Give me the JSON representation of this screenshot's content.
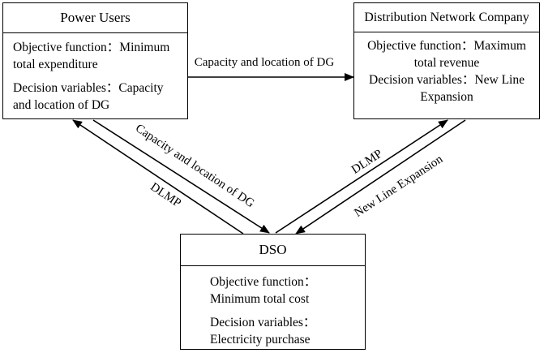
{
  "boxes": {
    "power_users": {
      "title": "Power Users",
      "objective": "Objective function：Minimum total expenditure",
      "decision": "Decision variables：Capacity and location of DG"
    },
    "distribution_company": {
      "title": "Distribution Network Company",
      "objective": "Objective function：Maximum total revenue",
      "decision": "Decision variables：New Line Expansion"
    },
    "dso": {
      "title": "DSO",
      "objective": "Objective function：Minimum total cost",
      "decision": "Decision variables：Electricity purchase"
    }
  },
  "arrows": {
    "users_to_company": "Capacity and location of DG",
    "users_to_dso": "Capacity and location of DG",
    "dso_to_users": "DLMP",
    "dso_to_company": "DLMP",
    "company_to_dso": "New Line Expansion"
  }
}
